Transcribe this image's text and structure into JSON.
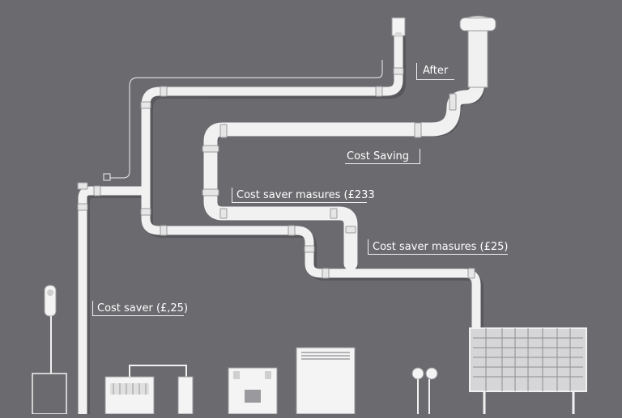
{
  "labels": {
    "after": "After",
    "cost_saving": "Cost Saving",
    "cost_saver_measures_1": "Cost saver masures (£233",
    "cost_saver_measures_2": "Cost saver masures (£25)",
    "cost_saver": "Cost saver (£,25)"
  },
  "colors": {
    "background": "#6b6b6f",
    "pipe": "#f1f1f1",
    "pipe_shadow": "#3a3a3d",
    "label_text": "#ffffff"
  },
  "icons": {
    "vent_stack": "exhaust-stack-icon",
    "vent_stub": "vent-stub-icon",
    "solar_panel": "solar-panel-icon",
    "thermostat": "thermostat-icon",
    "meter": "meter-icon",
    "heat_pump": "heat-pump-icon",
    "boiler": "boiler-icon",
    "radiator_unit": "radiator-unit-icon",
    "dial_sensors": "dial-sensors-icon"
  }
}
